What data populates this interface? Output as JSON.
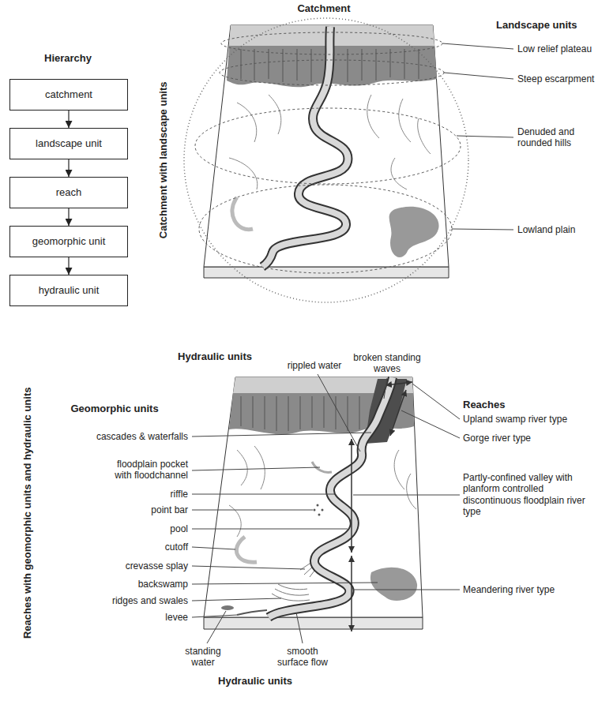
{
  "diagram": {
    "nodes": [
      {
        "text": [
          "catchment"
        ]
      },
      {
        "text": [
          "landscape unit"
        ]
      },
      {
        "text": [
          "reach"
        ]
      },
      {
        "text": [
          "geomorphic unit"
        ]
      },
      {
        "text": [
          "hydraulic unit"
        ]
      }
    ],
    "edges": [
      {
        "from": 0,
        "to": 1,
        "arrow": "to"
      },
      {
        "from": 1,
        "to": 2,
        "arrow": "to"
      },
      {
        "from": 2,
        "to": 3,
        "arrow": "to"
      },
      {
        "from": 3,
        "to": 4,
        "arrow": "to"
      }
    ],
    "labels": [
      "Hierarchy",
      "Catchment",
      "Catchment with landscape units",
      "Landscape units",
      "Low relief plateau",
      "Steep escarpment",
      "Denuded and rounded hills",
      "Lowland plain",
      "Hydraulic units",
      "rippled water",
      "broken standing waves",
      "Geomorphic units",
      "cascades & waterfalls",
      "floodplain pocket with floodchannel",
      "riffle",
      "point bar",
      "pool",
      "cutoff",
      "crevasse splay",
      "backswamp",
      "ridges and swales",
      "levee",
      "Reaches",
      "Upland swamp river type",
      "Gorge river type",
      "Partly-confined valley with planform controlled discontinuous floodplain river type",
      "Meandering river type",
      "standing water",
      "smooth surface flow",
      "Hydraulic units",
      "Reaches with geomorphic units and hydraulic units"
    ]
  }
}
